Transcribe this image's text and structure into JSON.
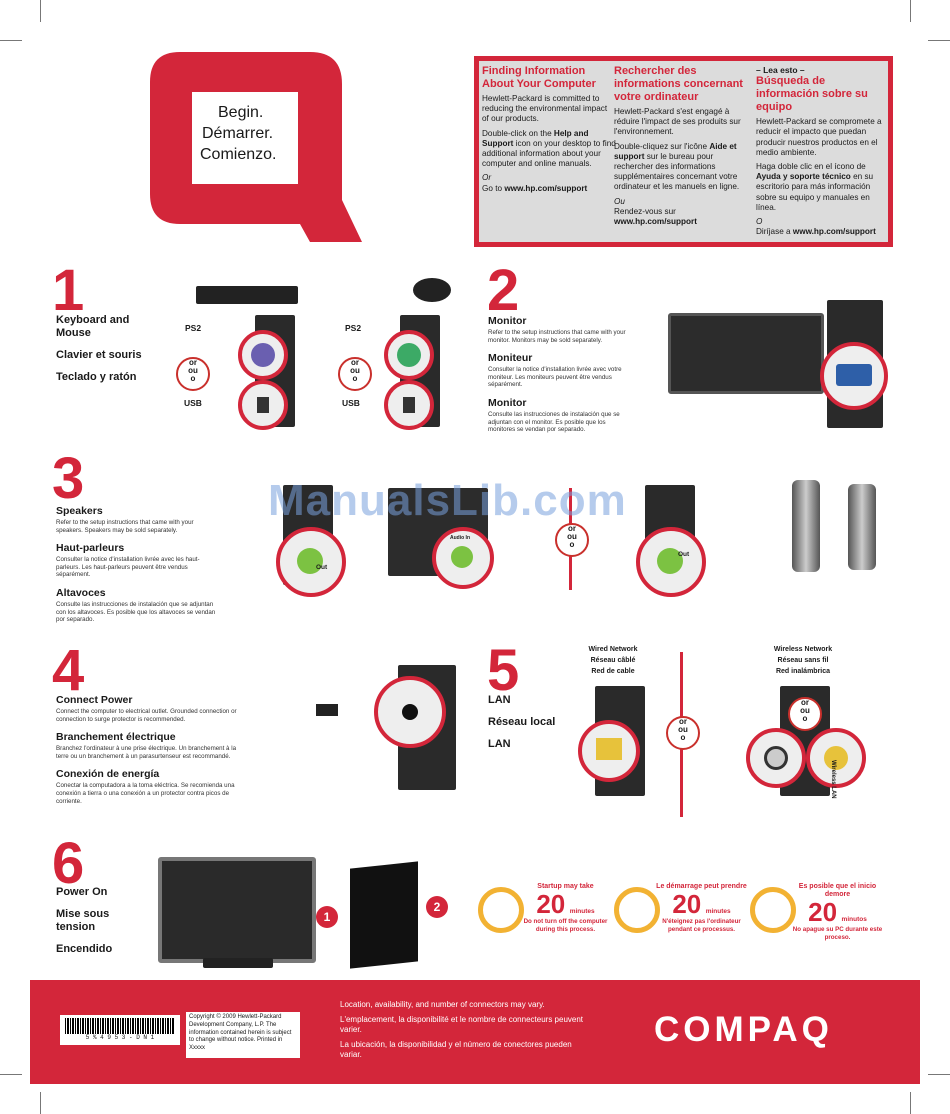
{
  "hero": {
    "line1": "Begin.",
    "line2": "Démarrer.",
    "line3": "Comienzo."
  },
  "info": {
    "en": {
      "title": "Finding Information About Your Computer",
      "p1": "Hewlett-Packard is committed to reducing the environmental impact of our products.",
      "p2a": "Double-click on the ",
      "p2b": "Help and Support",
      "p2c": " icon on your desktop to find additional information about your computer and online manuals.",
      "or": "Or",
      "p3a": "Go to ",
      "p3b": "www.hp.com/support"
    },
    "fr": {
      "title": "Rechercher des informations concernant votre ordinateur",
      "p1": "Hewlett-Packard s'est engagé à réduire l'impact de ses produits sur l'environnement.",
      "p2a": "Double-cliquez sur l'icône ",
      "p2b": "Aide et support",
      "p2c": " sur le bureau pour rechercher des informations supplémentaires concernant votre ordinateur et les manuels en ligne.",
      "or": "Ou",
      "p3a": "Rendez-vous sur ",
      "p3b": "www.hp.com/support"
    },
    "es": {
      "pre": "– Lea esto –",
      "title": "Búsqueda de información sobre su equipo",
      "p1": "Hewlett-Packard se compromete a reducir el impacto que puedan producir nuestros productos en el medio ambiente.",
      "p2a": "Haga doble clic en el ícono de ",
      "p2b": "Ayuda y soporte técnico",
      "p2c": " en su escritorio para más información sobre su equipo y manuales en línea.",
      "or": "O",
      "p3a": "Diríjase a ",
      "p3b": "www.hp.com/support"
    }
  },
  "steps": {
    "s1": {
      "num": "1",
      "l1": "Keyboard and Mouse",
      "l2": "Clavier et souris",
      "l3": "Teclado y ratón",
      "ps2": "PS2",
      "usb": "USB"
    },
    "s2": {
      "num": "2",
      "t1": "Monitor",
      "b1": "Refer to the setup instructions that came with your monitor. Monitors may be sold separately.",
      "t2": "Moniteur",
      "b2": "Consulter la notice d'installation livrée avec votre moniteur. Les moniteurs peuvent être vendus séparément.",
      "t3": "Monitor",
      "b3": "Consulte las instrucciones de instalación que se adjuntan con el monitor. Es posible que los monitores se vendan por separado."
    },
    "s3": {
      "num": "3",
      "t1": "Speakers",
      "b1": "Refer to the setup instructions that came with your speakers. Speakers may be sold separately.",
      "t2": "Haut-parleurs",
      "b2": "Consulter la notice d'installation livrée avec les haut-parleurs. Les haut-parleurs peuvent être vendus séparément.",
      "t3": "Altavoces",
      "b3": "Consulte las instrucciones de instalación que se adjuntan con los altavoces. Es posible que los altavoces se vendan por separado.",
      "out": "Out",
      "audio_in": "Audio In"
    },
    "s4": {
      "num": "4",
      "t1": "Connect Power",
      "b1": "Connect the computer to electrical outlet. Grounded connection or connection to surge protector is recommended.",
      "t2": "Branchement électrique",
      "b2": "Branchez l'ordinateur à une prise électrique. Un branchement à la terre ou un branchement à un parasurtenseur est recommandé.",
      "t3": "Conexión de energía",
      "b3": "Conectar la computadora a la toma eléctrica. Se recomienda una conexión a tierra o una conexión a un protector contra picos de corriente."
    },
    "s5": {
      "num": "5",
      "l1": "LAN",
      "l2": "Réseau local",
      "l3": "LAN",
      "wired": [
        "Wired Network",
        "Réseau câblé",
        "Red de cable"
      ],
      "wireless": [
        "Wireless Network",
        "Réseau sans fil",
        "Red inalámbrica"
      ],
      "wlan": "Wireless LAN"
    },
    "s6": {
      "num": "6",
      "l1": "Power On",
      "l2": "Mise sous tension",
      "l3": "Encendido",
      "c1": "1",
      "c2": "2"
    }
  },
  "ornot": {
    "a": "or",
    "b": "ou",
    "c": "o"
  },
  "timers": [
    {
      "top": "Startup may take",
      "num": "20",
      "unit": "minutes",
      "bottom": "Do not turn off the computer during this process."
    },
    {
      "top": "Le démarrage peut prendre",
      "num": "20",
      "unit": "minutes",
      "bottom": "N'éteignez pas l'ordinateur pendant ce processus."
    },
    {
      "top": "Es posible que el inicio demore",
      "num": "20",
      "unit": "minutos",
      "bottom": "No apague su PC durante este proceso."
    }
  ],
  "footer": {
    "barcode_text": "5 % 4 9 5 3 - D N 1",
    "copyright": "Copyright © 2009 Hewlett-Packard Development Company, L.P. The information contained herein is subject to change without notice. Printed in Xxxxx",
    "n1": "Location, availability, and number of connectors may vary.",
    "n2": "L'emplacement, la disponibilité et le nombre de connecteurs peuvent varier.",
    "n3": "La ubicación, la disponibilidad y el número de conectores pueden variar.",
    "brand": "COMPAQ"
  },
  "watermark": "ManualsLib.com",
  "colors": {
    "brand_red": "#d3263a",
    "ps2_purple": "#6a5fb0",
    "ps2_green": "#3caa66",
    "audio_green": "#7cc242"
  }
}
